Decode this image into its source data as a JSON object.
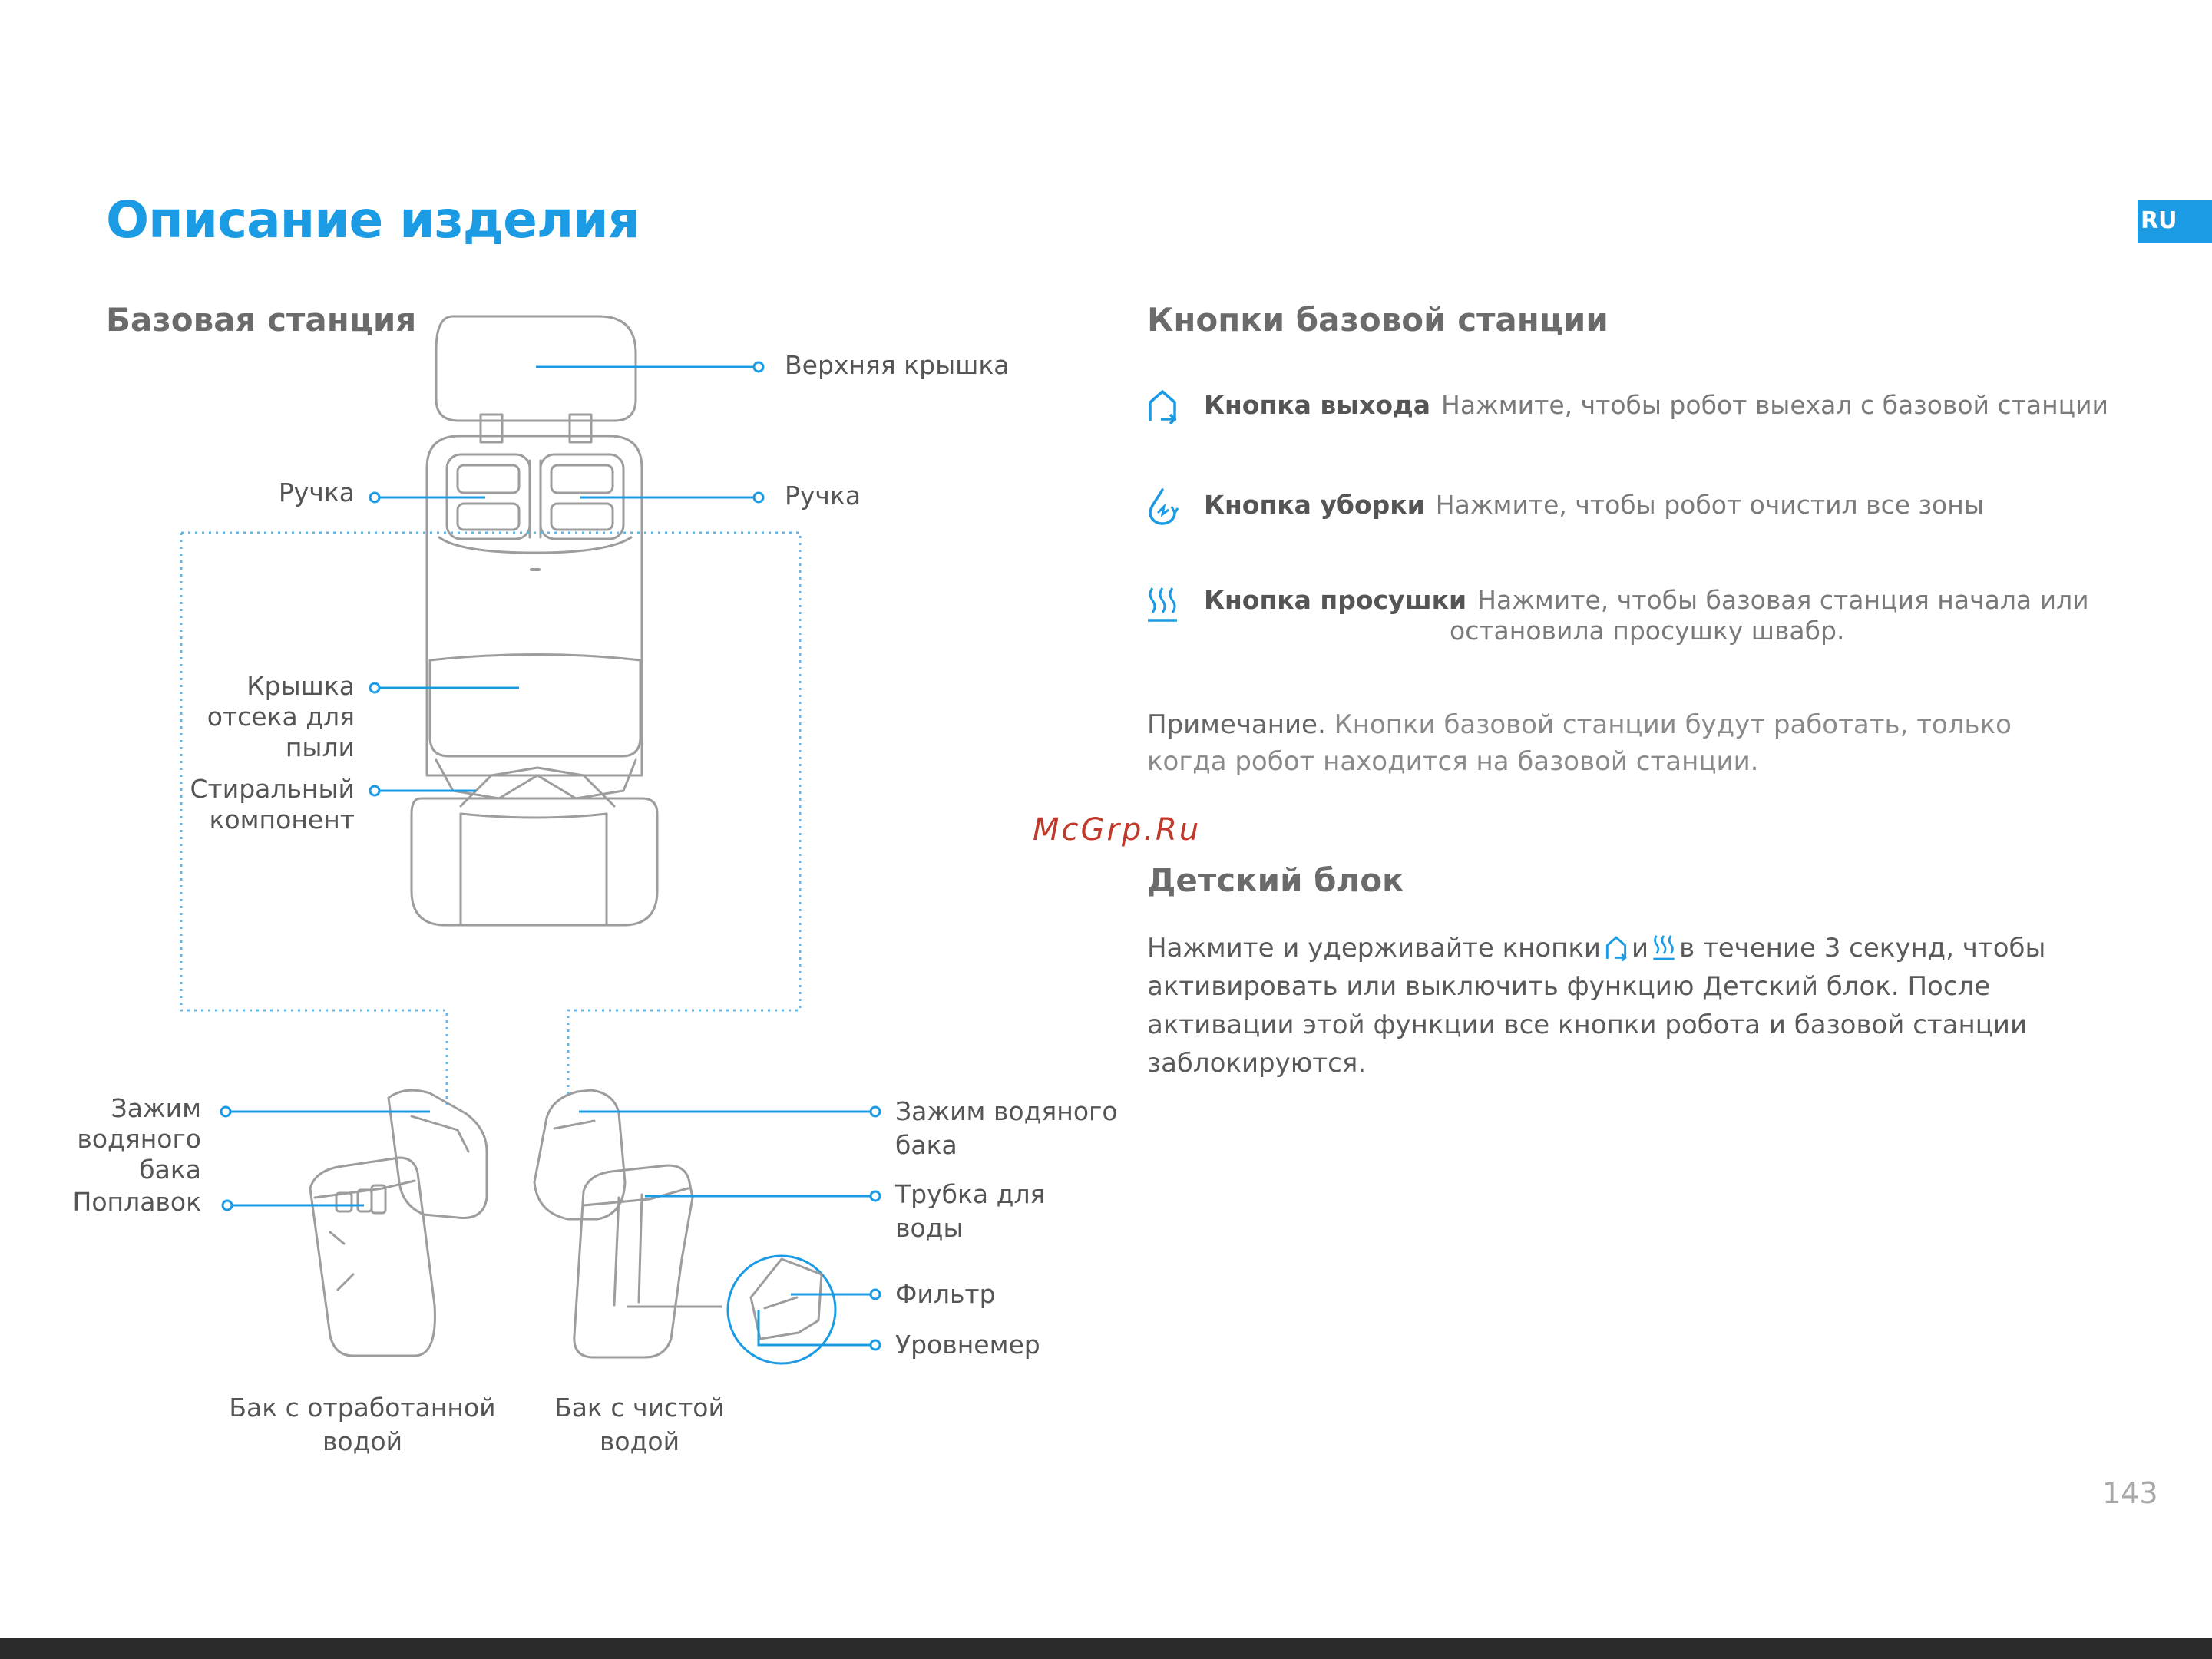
{
  "header": {
    "title": "Описание изделия",
    "lang_tab": "RU"
  },
  "base_station": {
    "heading": "Базовая станция",
    "labels": {
      "top_cover": "Верхняя крышка",
      "handle_left": "Ручка",
      "handle_right": "Ручка",
      "dust_cover_1": "Крышка",
      "dust_cover_2": "отсека для",
      "dust_cover_3": "пыли",
      "washing_1": "Стиральный",
      "washing_2": "компонент",
      "clamp_left_1": "Зажим",
      "clamp_left_2": "водяного",
      "clamp_left_3": "бака",
      "float": "Поплавок",
      "clamp_right_1": "Зажим водяного",
      "clamp_right_2": "бака",
      "tube_1": "Трубка для",
      "tube_2": "воды",
      "filter": "Фильтр",
      "level": "Уровнемер",
      "dirty_tank_1": "Бак с отработанной",
      "dirty_tank_2": "водой",
      "clean_tank_1": "Бак с чистой",
      "clean_tank_2": "водой"
    }
  },
  "buttons_section": {
    "heading": "Кнопки базовой станции",
    "items": [
      {
        "icon": "exit-house-icon",
        "name": "Кнопка выхода",
        "desc": "Нажмите, чтобы робот выехал с базовой станции"
      },
      {
        "icon": "clean-drop-icon",
        "name": "Кнопка уборки",
        "desc": "Нажмите, чтобы робот очистил все зоны"
      },
      {
        "icon": "dry-heat-icon",
        "name": "Кнопка просушки",
        "desc": "Нажмите, чтобы базовая станция начала или",
        "desc2": "остановила просушку швабр."
      }
    ],
    "note_label": "Примечание.",
    "note_text": " Кнопки базовой станции будут работать, только когда робот находится на базовой станции."
  },
  "child_lock": {
    "heading": "Детский блок",
    "text_1": "Нажмите и удерживайте кнопки",
    "text_and": "и",
    "text_2": "в течение 3 секунд, чтобы активировать или выключить функцию Детский блок. После активации этой функции все кнопки робота и базовой станции заблокируются."
  },
  "watermark": "McGrp.Ru",
  "page_number": "143",
  "colors": {
    "accent": "#1a9be4",
    "drawing": "#9a9a9a"
  }
}
